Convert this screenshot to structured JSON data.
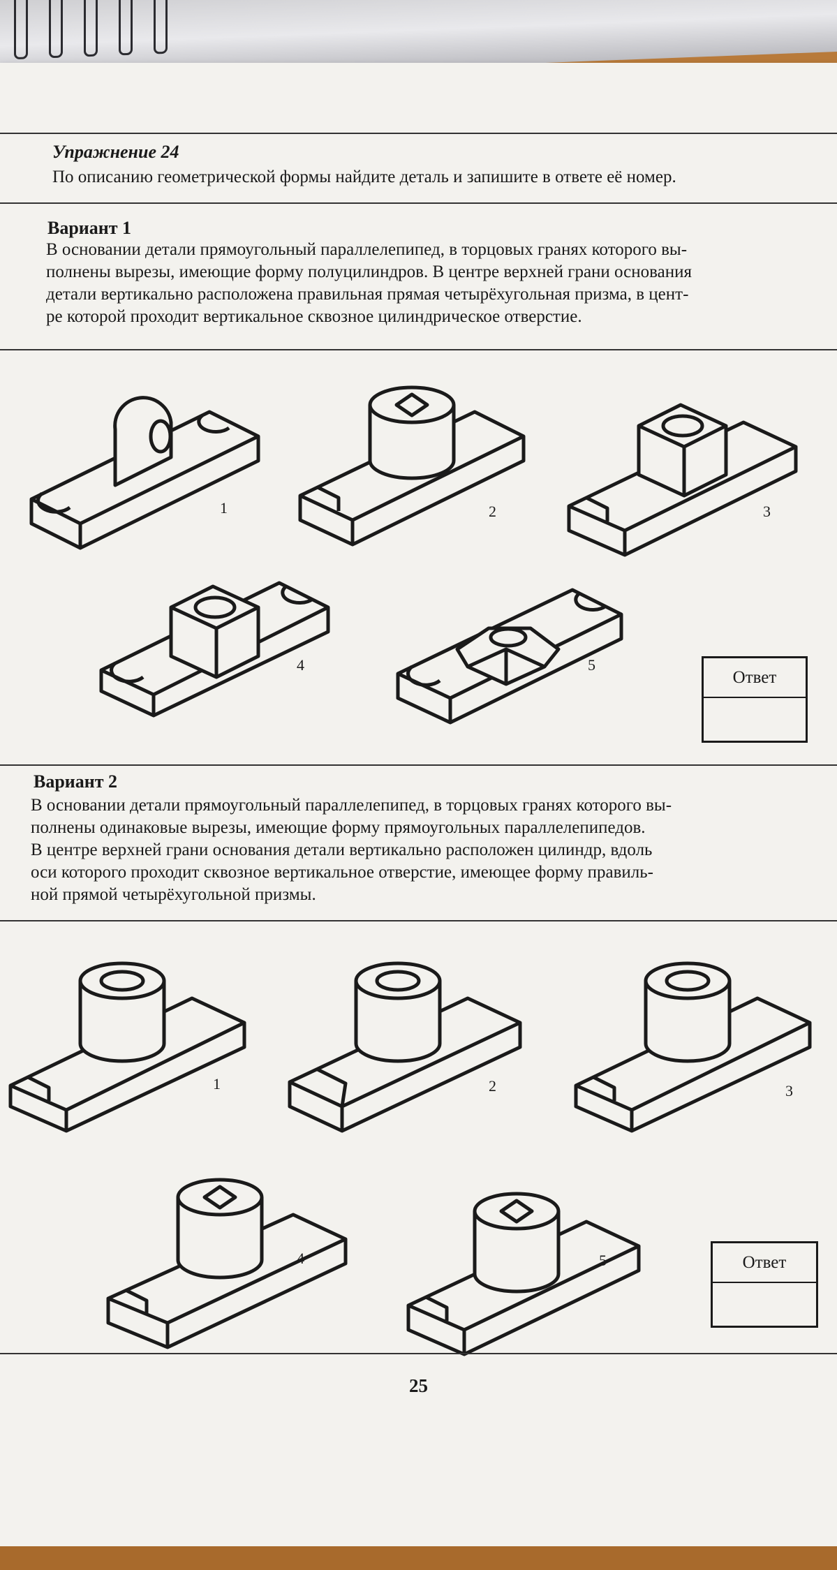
{
  "exercise": {
    "title": "Упражнение 24",
    "description": "По описанию геометрической формы найдите деталь и запишите в ответе её номер."
  },
  "variant1": {
    "title": "Вариант 1",
    "text": "В основании детали прямоугольный параллелепипед, в торцовых гранях которого вы-\nполнены вырезы, имеющие форму полуцилиндров. В центре верхней грани основания\nдетали вертикально расположена правильная прямая четырёхугольная призма, в цент-\nре которой проходит вертикальное сквозное цилиндрическое отверстие.",
    "figure_numbers": [
      "1",
      "2",
      "3",
      "4",
      "5"
    ],
    "answer_label": "Ответ",
    "answer_value": ""
  },
  "variant2": {
    "title": "Вариант 2",
    "text": "В основании детали прямоугольный параллелепипед, в торцовых гранях которого вы-\nполнены одинаковые вырезы, имеющие форму прямоугольных параллелепипедов.\nВ центре верхней грани основания детали вертикально расположен цилиндр, вдоль\nоси которого проходит сквозное вертикальное отверстие, имеющее форму правиль-\nной прямой четырёхугольной призмы.",
    "figure_numbers": [
      "1",
      "2",
      "3",
      "4",
      "5"
    ],
    "answer_label": "Ответ",
    "answer_value": ""
  },
  "page_number": "25"
}
